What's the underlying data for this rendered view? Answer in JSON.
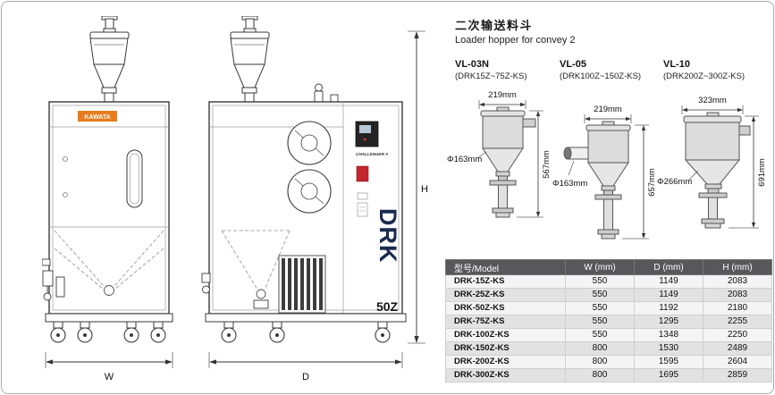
{
  "machine": {
    "brand": "KAWATA",
    "model_series": "DRK",
    "model_size": "50Z",
    "panel_label": "CHALLENGER X",
    "dim_w": "W",
    "dim_d": "D",
    "dim_h": "H"
  },
  "hopper_section": {
    "title_cn": "二次输送料斗",
    "title_en": "Loader hopper for convey 2",
    "models": [
      {
        "name": "VL-03N",
        "range": "(DRK15Z~75Z-KS)",
        "width": "219mm",
        "diameter": "Φ163mm",
        "height": "567mm"
      },
      {
        "name": "VL-05",
        "range": "(DRK100Z~150Z-KS)",
        "width": "219mm",
        "diameter": "Φ163mm",
        "height": "657mm"
      },
      {
        "name": "VL-10",
        "range": "(DRK200Z~300Z-KS)",
        "width": "323mm",
        "diameter": "Φ266mm",
        "height": "691mm"
      }
    ]
  },
  "spec_table": {
    "headers": [
      "型号/Model",
      "W (mm)",
      "D (mm)",
      "H (mm)"
    ],
    "rows": [
      [
        "DRK-15Z-KS",
        "550",
        "1149",
        "2083"
      ],
      [
        "DRK-25Z-KS",
        "550",
        "1149",
        "2083"
      ],
      [
        "DRK-50Z-KS",
        "550",
        "1192",
        "2180"
      ],
      [
        "DRK-75Z-KS",
        "550",
        "1295",
        "2255"
      ],
      [
        "DRK-100Z-KS",
        "550",
        "1348",
        "2250"
      ],
      [
        "DRK-150Z-KS",
        "800",
        "1530",
        "2489"
      ],
      [
        "DRK-200Z-KS",
        "800",
        "1595",
        "2604"
      ],
      [
        "DRK-300Z-KS",
        "800",
        "1695",
        "2859"
      ]
    ]
  }
}
